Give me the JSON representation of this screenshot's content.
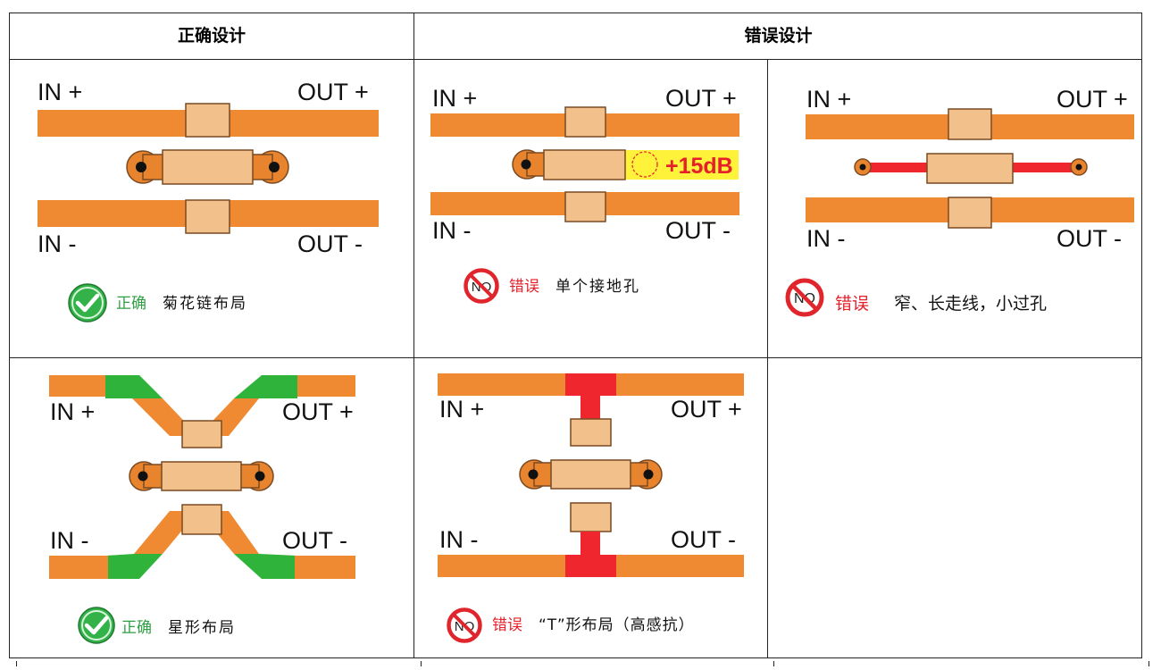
{
  "header": {
    "correct": "正确设计",
    "wrong": "错误设计"
  },
  "labels": {
    "in_plus": "IN +",
    "out_plus": "OUT +",
    "in_minus": "IN -",
    "out_minus": "OUT -",
    "gain": "+15dB"
  },
  "captions": {
    "daisy": {
      "status": "正确",
      "text": "菊花链布局"
    },
    "single_via": {
      "status": "错误",
      "text": "单个接地孔"
    },
    "narrow": {
      "status": "错误",
      "text": "窄、长走线，小过孔"
    },
    "star": {
      "status": "正确",
      "text": "星形布局"
    },
    "t_layout": {
      "status": "错误",
      "text": "“T”形布局（高感抗）"
    }
  },
  "icons": {
    "check": "check-badge-icon",
    "no": "no-sign-icon"
  },
  "colors": {
    "trace": "#f08a32",
    "pad": "#f2c08a",
    "green_trace": "#2fb33a",
    "red_trace": "#f0262e",
    "highlight": "#fff23a",
    "ok_text": "#2ea043",
    "bad_text": "#e5202a"
  }
}
